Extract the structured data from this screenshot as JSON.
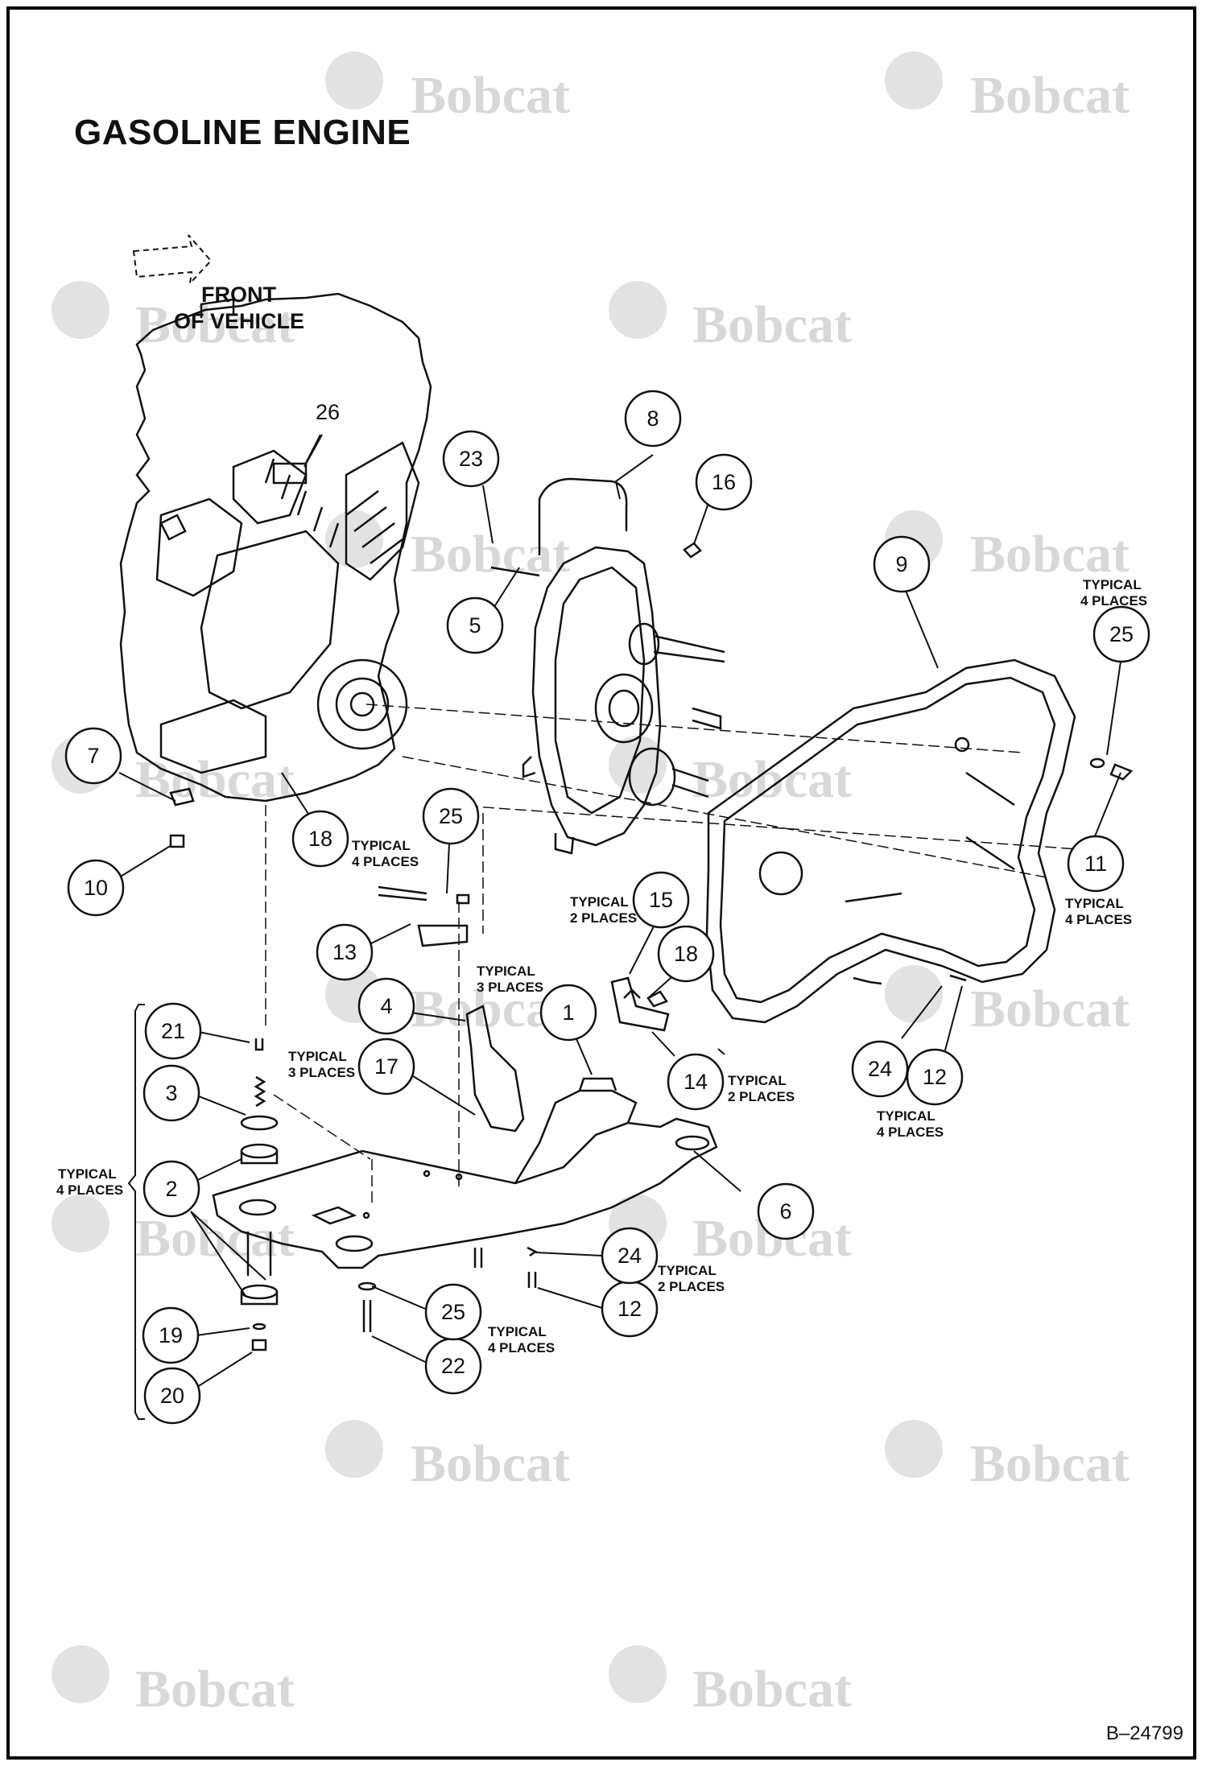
{
  "title": "GASOLINE ENGINE",
  "figure_id": "B–24799",
  "watermark": "Bobcat",
  "front_label": [
    "FRONT",
    "OF VEHICLE"
  ],
  "callouts": [
    {
      "num": "1"
    },
    {
      "num": "2"
    },
    {
      "num": "3"
    },
    {
      "num": "4"
    },
    {
      "num": "5"
    },
    {
      "num": "6"
    },
    {
      "num": "7"
    },
    {
      "num": "8"
    },
    {
      "num": "9"
    },
    {
      "num": "10"
    },
    {
      "num": "11"
    },
    {
      "num": "12"
    },
    {
      "num": "12"
    },
    {
      "num": "13"
    },
    {
      "num": "14"
    },
    {
      "num": "15"
    },
    {
      "num": "16"
    },
    {
      "num": "17"
    },
    {
      "num": "18"
    },
    {
      "num": "18"
    },
    {
      "num": "19"
    },
    {
      "num": "20"
    },
    {
      "num": "21"
    },
    {
      "num": "22"
    },
    {
      "num": "23"
    },
    {
      "num": "24"
    },
    {
      "num": "24"
    },
    {
      "num": "25"
    },
    {
      "num": "25"
    },
    {
      "num": "25"
    },
    {
      "num": "26"
    }
  ],
  "notes": [
    "TYPICAL",
    "4 PLACES",
    "TYPICAL",
    "4 PLACES",
    "TYPICAL",
    "4 PLACES",
    "TYPICAL",
    "2 PLACES",
    "TYPICAL",
    "3 PLACES",
    "TYPICAL",
    "3 PLACES",
    "TYPICAL",
    "2 PLACES",
    "TYPICAL",
    "4 PLACES",
    "TYPICAL",
    "4 PLACES",
    "TYPICAL",
    "2 PLACES",
    "TYPICAL",
    "4 PLACES"
  ]
}
